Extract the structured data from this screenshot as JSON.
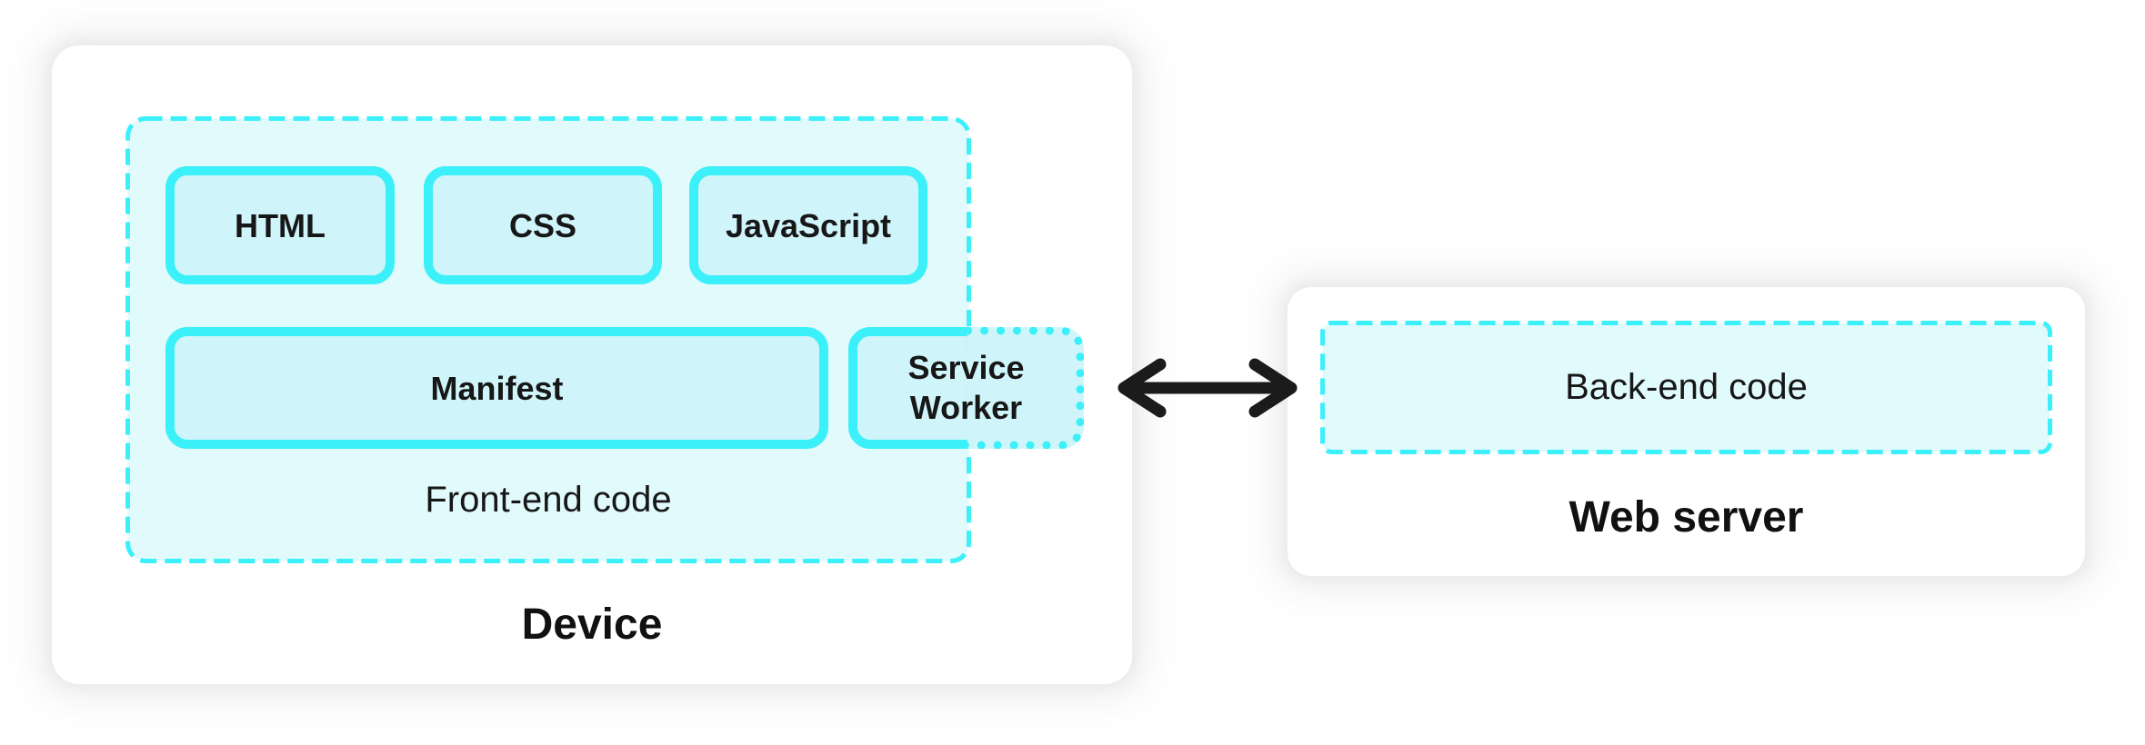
{
  "device": {
    "title": "Device",
    "frontend": {
      "label": "Front-end code",
      "boxes": [
        "HTML",
        "CSS",
        "JavaScript"
      ],
      "manifest": "Manifest",
      "service_worker": "Service Worker"
    }
  },
  "web_server": {
    "title": "Web server",
    "backend": {
      "label": "Back-end code"
    }
  },
  "icons": {
    "arrow": "bidirectional-arrow"
  },
  "colors": {
    "cyan_border": "#3bf0f8",
    "container_fill": "#e1fafc",
    "box_fill": "#cff5fa",
    "card_bg": "#ffffff",
    "page_bg": "#ffffff",
    "text": "#171717",
    "arrow": "#1b1b1b"
  }
}
